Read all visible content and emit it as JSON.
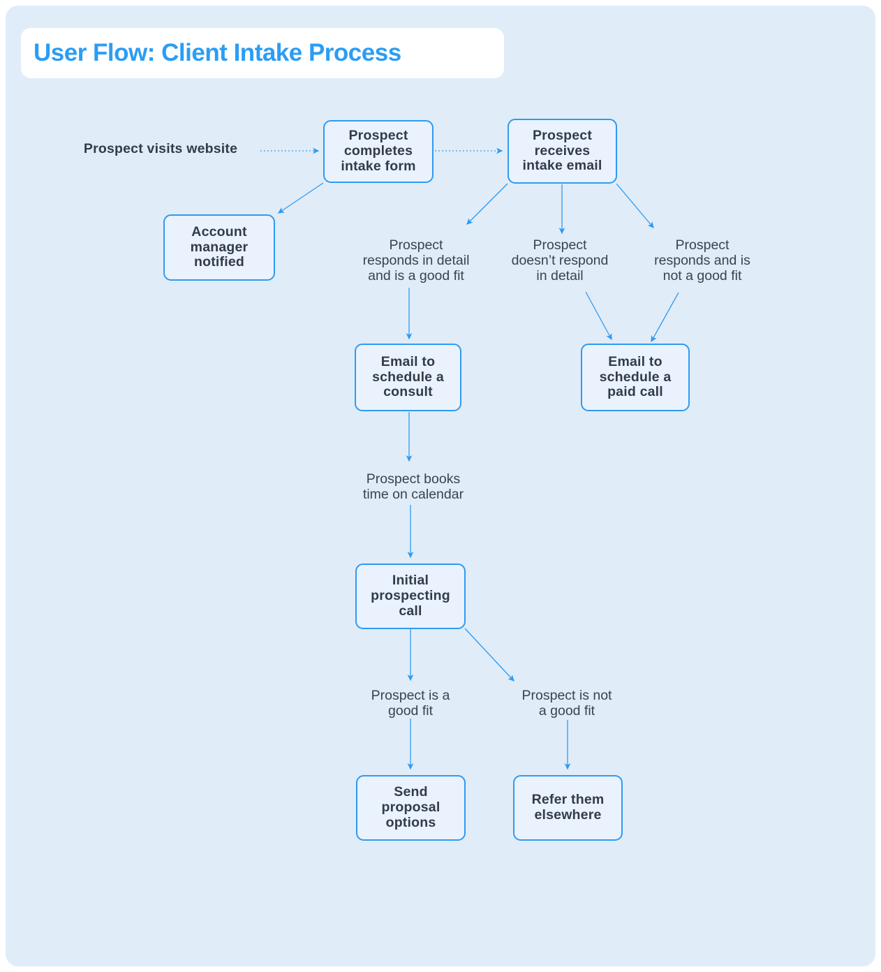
{
  "title": "User Flow: Client Intake Process",
  "colors": {
    "page_bg": "#FFFFFF",
    "panel_bg": "#E1ECF9",
    "accent_blue": "#2E9BF0",
    "title_blue": "#2B9DF4",
    "text_dark": "#333B4B",
    "box_fill": "#E9F2FD"
  },
  "nodes": {
    "visits_website": {
      "label": "Prospect visits website"
    },
    "completes_intake_form": {
      "label": "Prospect\ncompletes\nintake form"
    },
    "receives_intake_email": {
      "label": "Prospect\nreceives\nintake email"
    },
    "account_manager_notified": {
      "label": "Account\nmanager\nnotified"
    },
    "responds_in_detail": {
      "label": "Prospect\nresponds in detail\nand is a good fit"
    },
    "doesnt_respond": {
      "label": "Prospect\ndoesn’t respond\nin detail"
    },
    "responds_not_fit": {
      "label": "Prospect\nresponds and is\nnot a good fit"
    },
    "email_schedule_consult": {
      "label": "Email to\nschedule a\nconsult"
    },
    "email_schedule_paid_call": {
      "label": "Email to\nschedule a\npaid call"
    },
    "books_time": {
      "label": "Prospect books\ntime on calendar"
    },
    "initial_prospecting_call": {
      "label": "Initial\nprospecting\ncall"
    },
    "good_fit": {
      "label": "Prospect is a\ngood fit"
    },
    "not_good_fit": {
      "label": "Prospect is not\na good fit"
    },
    "send_proposal_options": {
      "label": "Send\nproposal\noptions"
    },
    "refer_elsewhere": {
      "label": "Refer them\nelsewhere"
    }
  }
}
